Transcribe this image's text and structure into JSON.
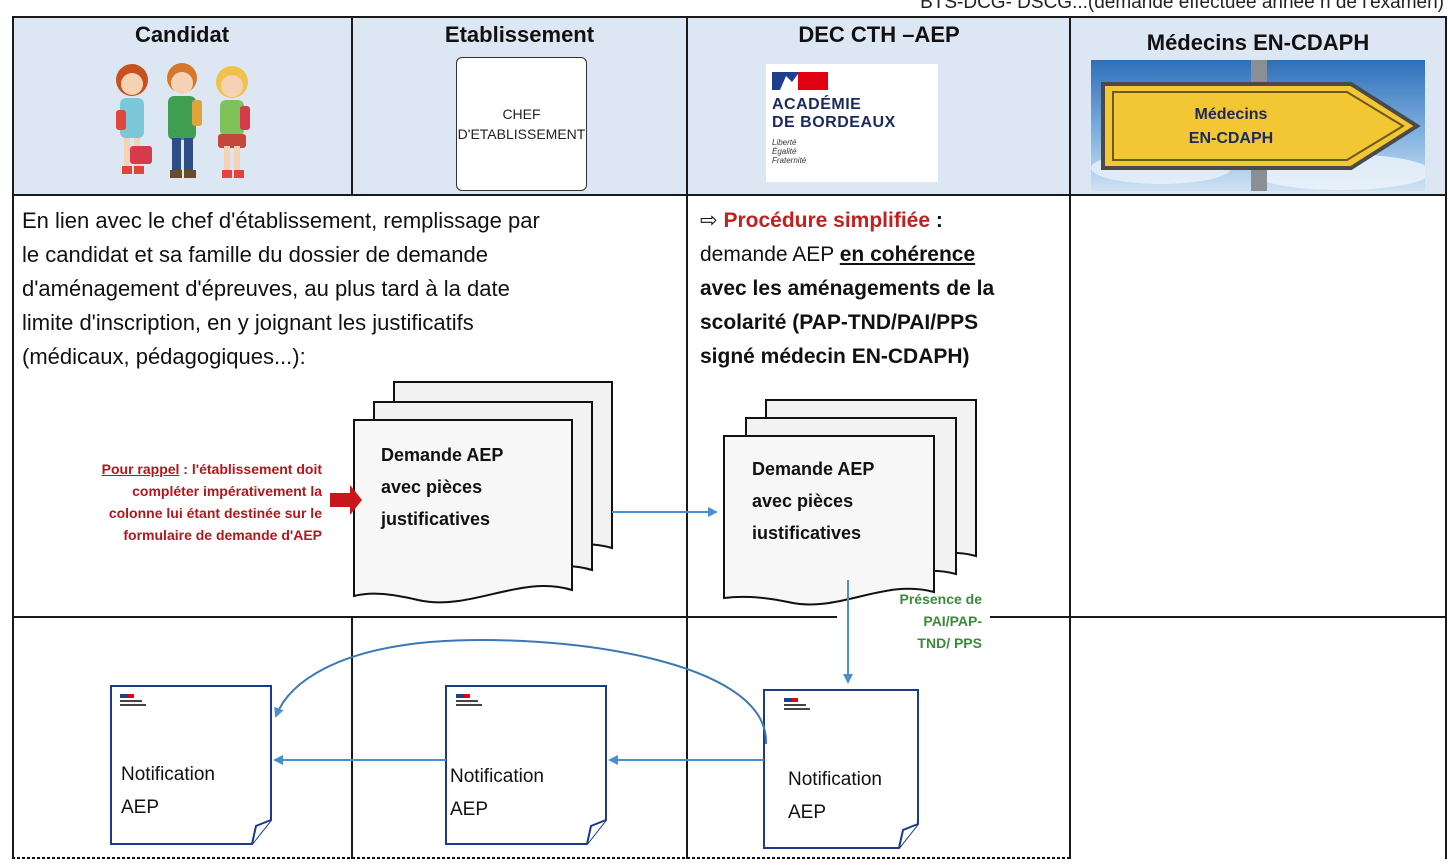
{
  "top_note": "BTS-DCG- DSCG...(demande effectuée année n de l'examen)",
  "columns": [
    {
      "title": "Candidat"
    },
    {
      "title": "Etablissement"
    },
    {
      "title": "DEC CTH –AEP"
    },
    {
      "title": "Médecins EN-CDAPH"
    }
  ],
  "chef_logo": {
    "line1": "CHEF",
    "line2": "D'ETABLISSEMENT"
  },
  "academie_logo": {
    "line1": "ACADÉMIE",
    "line2": "DE BORDEAUX",
    "motto": [
      "Liberté",
      "Égalité",
      "Fraternité"
    ]
  },
  "sign": {
    "line1": "Médecins",
    "line2": "EN-CDAPH"
  },
  "candidat_text": [
    "En lien avec le chef d'établissement, remplissage par",
    "le candidat et sa famille du dossier de demande",
    "d'aménagement d'épreuves, au plus tard à la date",
    "limite d'inscription, en y joignant les justificatifs",
    "(médicaux, pédagogiques...):"
  ],
  "procedure": {
    "arrow": "⇨",
    "title": "Procédure simplifiée",
    "colon": " :",
    "line2_plain": "demande AEP ",
    "line2_bold": "en cohérence",
    "line3": "avec les aménagements de la",
    "line4": "scolarité (PAP-TND/PAI/PPS",
    "line5": "signé médecin EN-CDAPH)"
  },
  "rappel": {
    "lead": "Pour rappel",
    "text1": " : l'établissement doit",
    "text2": "compléter impérativement la",
    "text3": "colonne lui étant destinée sur le",
    "text4": "formulaire de demande d'AEP"
  },
  "demande_doc_1": {
    "line1": "Demande AEP",
    "line2": "avec pièces",
    "line3": "justificatives"
  },
  "demande_doc_2": {
    "line1": "Demande AEP",
    "line2": "avec pièces",
    "line3": "iustificatives"
  },
  "presence": {
    "line1": "Présence de",
    "line2": "PAI/PAP-",
    "line3": "TND/ PPS"
  },
  "notifications": [
    {
      "line1": "Notification",
      "line2": "AEP"
    },
    {
      "line1": "Notification",
      "line2": "AEP"
    },
    {
      "line1": "Notification",
      "line2": "AEP"
    }
  ],
  "colors": {
    "header_bg": "#dde6f3",
    "arrow_blue": "#4a90d0",
    "rappel_red": "#b3161b",
    "presence_green": "#3a8a3a",
    "sign_yellow": "#f3c733"
  }
}
